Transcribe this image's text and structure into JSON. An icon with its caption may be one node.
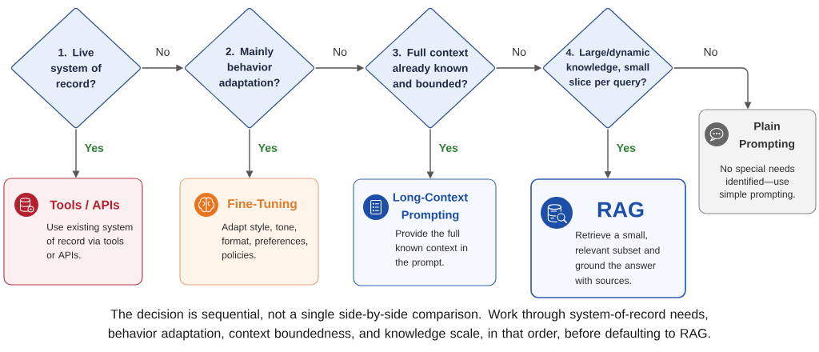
{
  "diagram": {
    "caption": "The decision is sequential, not a single side-by-side comparison. Work through system-of-record needs, behavior adaptation, context boundedness, and knowledge scale, in that order, before defaulting to RAG.",
    "nodes": [
      {
        "text": [
          "1. Live system of record?"
        ]
      },
      {
        "text": [
          "2. Mainly behavior adaptation?"
        ]
      },
      {
        "text": [
          "3. Full context already known and bounded?"
        ]
      },
      {
        "text": [
          "4. Large/dynamic knowledge, small slice per query?"
        ]
      },
      {
        "text": [
          "Tools / APIs",
          "Use existing system of record via tools or APIs."
        ]
      },
      {
        "text": [
          "Fine-Tuning",
          "Adapt style, tone, format, preferences, policies."
        ]
      },
      {
        "text": [
          "Long-Context Prompting",
          "Provide the full known context in the prompt."
        ]
      },
      {
        "text": [
          "RAG",
          "Retrieve a small, relevant subset and ground the answer with sources."
        ]
      },
      {
        "text": [
          "Plain Prompting",
          "No special needs identified—use simple prompting."
        ]
      }
    ],
    "edges": [
      {
        "from": 0,
        "to": 1,
        "arrow": "to",
        "label": "No"
      },
      {
        "from": 1,
        "to": 2,
        "arrow": "to",
        "label": "No"
      },
      {
        "from": 2,
        "to": 3,
        "arrow": "to",
        "label": "No"
      },
      {
        "from": 3,
        "to": 8,
        "arrow": "to",
        "label": "No"
      },
      {
        "from": 0,
        "to": 4,
        "arrow": "to",
        "label": "Yes"
      },
      {
        "from": 1,
        "to": 5,
        "arrow": "to",
        "label": "Yes"
      },
      {
        "from": 2,
        "to": 6,
        "arrow": "to",
        "label": "Yes"
      },
      {
        "from": 3,
        "to": 7,
        "arrow": "to",
        "label": "Yes"
      }
    ]
  }
}
